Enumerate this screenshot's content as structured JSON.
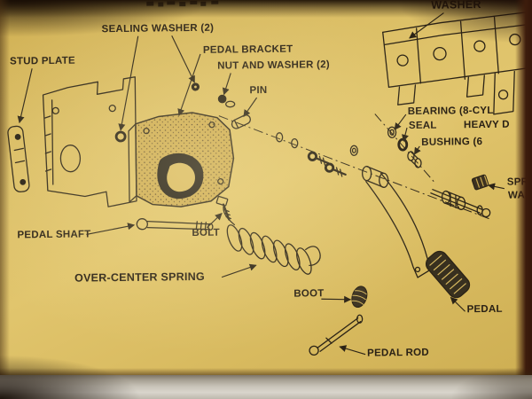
{
  "diagram": {
    "kind": "exploded-parts-diagram",
    "subject": "pedal bracket assembly",
    "paper_color": "#d8b960",
    "ink_color": "#2b2316"
  },
  "labels": {
    "washer_top": "WASHER",
    "sealing_washer": "SEALING WASHER (2)",
    "pedal_bracket": "PEDAL BRACKET",
    "nut_and_washer": "NUT AND WASHER (2)",
    "stud_plate": "STUD PLATE",
    "pin": "PIN",
    "bearing": "BEARING (8-CYL",
    "seal": "SEAL",
    "heavy_duty": "HEAVY D",
    "bushing": "BUSHING (6",
    "spring_washer_1": "SPRI",
    "spring_washer_2": "WAS",
    "pedal_shaft": "PEDAL SHAFT",
    "bolt": "BOLT",
    "over_center_spring": "OVER-CENTER SPRING",
    "boot": "BOOT",
    "pedal": "PEDAL",
    "pedal_rod": "PEDAL ROD"
  }
}
